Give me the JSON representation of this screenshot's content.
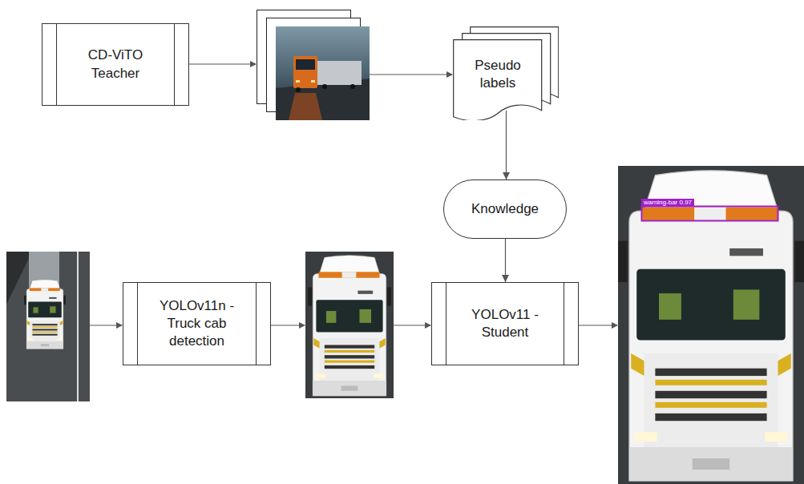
{
  "diagram": {
    "nodes": [
      {
        "text": [
          "CD-ViTO Teacher"
        ]
      },
      {
        "text": [
          "Pseudo labels"
        ]
      },
      {
        "text": [
          "Knowledge"
        ]
      },
      {
        "text": [
          "YOLOv11n - Truck cab detection"
        ]
      },
      {
        "text": [
          "YOLOv11 - Student"
        ]
      }
    ],
    "edges": [
      {
        "from": 1,
        "to": 2,
        "arrow": "to"
      },
      {
        "from": 2,
        "to": 4,
        "arrow": "to"
      }
    ],
    "labels": [
      "warning-bar 0.97"
    ]
  }
}
